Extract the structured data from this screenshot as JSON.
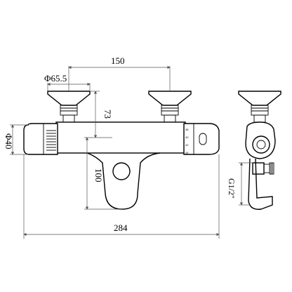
{
  "drawing": {
    "dimensions": {
      "spacing": "150",
      "handle_diameter": "Φ65.5",
      "height_73": "73",
      "body_diameter": "Φ40",
      "depth_100": "100",
      "overall_width": "284",
      "thread": "G1/2\""
    },
    "temperature_scale": [
      "38",
      "40",
      "42",
      "44"
    ]
  }
}
